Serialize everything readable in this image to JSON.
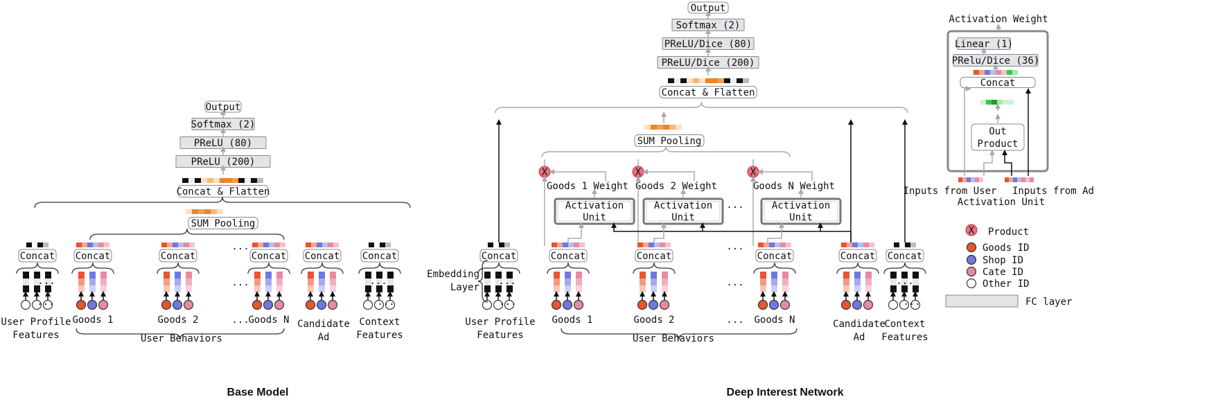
{
  "colors": {
    "goods": "#e8552f",
    "shop": "#6f78e0",
    "cate": "#e88aa0",
    "other": "#ffffff",
    "fc_fill": "#e4e4e8",
    "orange": "#e9862a",
    "green": "#3cc84a"
  },
  "base": {
    "title": "Base Model",
    "output": "Output",
    "softmax": "Softmax (2)",
    "prelu80": "PReLU (80)",
    "prelu200": "PReLU (200)",
    "concat_flatten": "Concat & Flatten",
    "sum_pooling": "SUM Pooling",
    "concat": "Concat",
    "user_profile": [
      "User Profile",
      "Features"
    ],
    "goods1": "Goods 1",
    "goods2": "Goods 2",
    "goodsN": "Goods N",
    "candidate": [
      "Candidate",
      "Ad"
    ],
    "context": [
      "Context",
      "Features"
    ],
    "user_behaviors": "User Behaviors",
    "ellipsis": "..."
  },
  "din": {
    "title": "Deep Interest Network",
    "output": "Output",
    "softmax": "Softmax (2)",
    "prelu80": "PReLU/Dice (80)",
    "prelu200": "PReLU/Dice (200)",
    "concat_flatten": "Concat & Flatten",
    "sum_pooling": "SUM Pooling",
    "activation_unit": [
      "Activation",
      "Unit"
    ],
    "weight1": "Goods 1 Weight",
    "weight2": "Goods 2 Weight",
    "weightN": "Goods N Weight",
    "embedding": [
      "Embedding",
      "Layer"
    ],
    "concat": "Concat",
    "user_profile": [
      "User Profile",
      "Features"
    ],
    "goods1": "Goods 1",
    "goods2": "Goods 2",
    "goodsN": "Goods N",
    "candidate": [
      "Candidate",
      "Ad"
    ],
    "context": [
      "Context",
      "Features"
    ],
    "user_behaviors": "User Behaviors",
    "ellipsis": "...",
    "x": "X"
  },
  "au_detail": {
    "title": "Activation Weight",
    "linear": "Linear (1)",
    "prelu": "PRelu/Dice (36)",
    "concat": "Concat",
    "out_product": [
      "Out",
      "Product"
    ],
    "inputs_user": "Inputs from User",
    "inputs_ad": "Inputs from Ad",
    "caption": "Activation Unit"
  },
  "legend": {
    "product": "Product",
    "goods_id": "Goods ID",
    "shop_id": "Shop ID",
    "cate_id": "Cate ID",
    "other_id": "Other ID",
    "fc_layer": "FC layer",
    "x": "X"
  }
}
